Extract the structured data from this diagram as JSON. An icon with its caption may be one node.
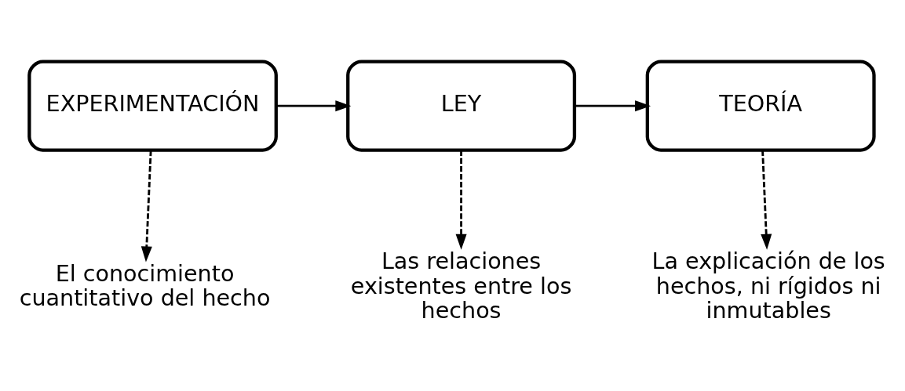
{
  "diagram": {
    "nodes": [
      {
        "text": [
          "EXPERIMENTACIÓN"
        ]
      },
      {
        "text": [
          "LEY"
        ]
      },
      {
        "text": [
          "TEORÍA"
        ]
      },
      {
        "text": [
          "El conocimiento cuantitativo del hecho"
        ]
      },
      {
        "text": [
          "Las relaciones existentes entre los hechos"
        ]
      },
      {
        "text": [
          "La explicación de los hechos, ni rígidos ni inmutables"
        ]
      }
    ],
    "edges": [
      {
        "from": 0,
        "to": 1,
        "arrow": "to"
      },
      {
        "from": 1,
        "to": 2,
        "arrow": "to"
      },
      {
        "from": 0,
        "to": 3,
        "arrow": "to",
        "style": "dashed"
      },
      {
        "from": 1,
        "to": 4,
        "arrow": "to",
        "style": "dashed"
      },
      {
        "from": 2,
        "to": 5,
        "arrow": "to",
        "style": "dashed"
      }
    ]
  }
}
